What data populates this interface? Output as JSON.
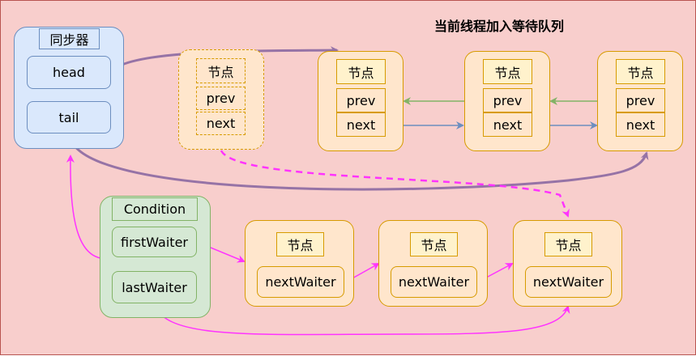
{
  "title": "当前线程加入等待队列",
  "sync": {
    "title": "同步器",
    "head": "head",
    "tail": "tail"
  },
  "condition": {
    "title": "Condition",
    "first": "firstWaiter",
    "last": "lastWaiter"
  },
  "pending_node": {
    "title": "节点",
    "prev": "prev",
    "next": "next"
  },
  "queue_nodes": [
    {
      "title": "节点",
      "prev": "prev",
      "next": "next"
    },
    {
      "title": "节点",
      "prev": "prev",
      "next": "next"
    },
    {
      "title": "节点",
      "prev": "prev",
      "next": "next"
    }
  ],
  "waiter_nodes": [
    {
      "title": "节点",
      "field": "nextWaiter"
    },
    {
      "title": "节点",
      "field": "nextWaiter"
    },
    {
      "title": "节点",
      "field": "nextWaiter"
    }
  ],
  "colors": {
    "background": "#f8cecc",
    "purple_arrow": "#9673a6",
    "magenta_arrow": "#ff33ff",
    "green_arrow": "#82b366",
    "blue_arrow": "#6c8ebf"
  }
}
